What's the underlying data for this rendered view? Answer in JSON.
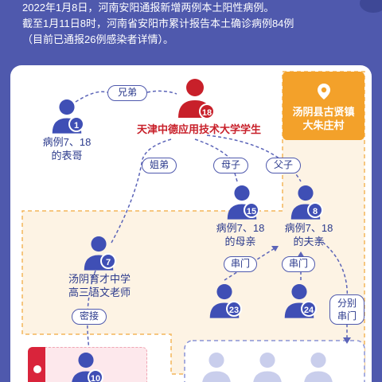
{
  "header": {
    "line1": "2022年1月8日，河南安阳通报新增两例本土阳性病例。",
    "line2": "截至1月11日8时，河南省安阳市累计报告本土确诊病例84例",
    "line3": "（目前已通报26例感染者详情）。"
  },
  "place": {
    "text_line1": "汤阴县古贤镇",
    "text_line2": "大朱庄村",
    "icon": "location-pin-icon"
  },
  "nodes": {
    "p18": {
      "number": "18",
      "label": "天津中德应用技术大学学生"
    },
    "p1": {
      "number": "1",
      "label_line1": "病例7、18",
      "label_line2": "的表哥"
    },
    "p15": {
      "number": "15",
      "label_line1": "病例7、18",
      "label_line2": "的母亲"
    },
    "p8": {
      "number": "8",
      "label_line1": "病例7、18",
      "label_line2": "的夫亲"
    },
    "p7": {
      "number": "7",
      "label_line1": "汤阴育才中学",
      "label_line2": "高三语文老师"
    },
    "p23": {
      "number": "23"
    },
    "p24": {
      "number": "24"
    },
    "p10": {
      "number": "10"
    }
  },
  "relations": {
    "brother": "兄弟",
    "sister": "姐弟",
    "mother_son": "母子",
    "father_son": "父子",
    "visit1": "串门",
    "visit2": "串门",
    "close_contact": "密接",
    "separate_visit_line1": "分别",
    "separate_visit_line2": "串门"
  },
  "colors": {
    "background": "#4f59ad",
    "person_blue": "#3f4fb5",
    "person_red": "#c8202a",
    "accent_orange": "#f3a12a",
    "text_blue": "#2b3a8c"
  }
}
